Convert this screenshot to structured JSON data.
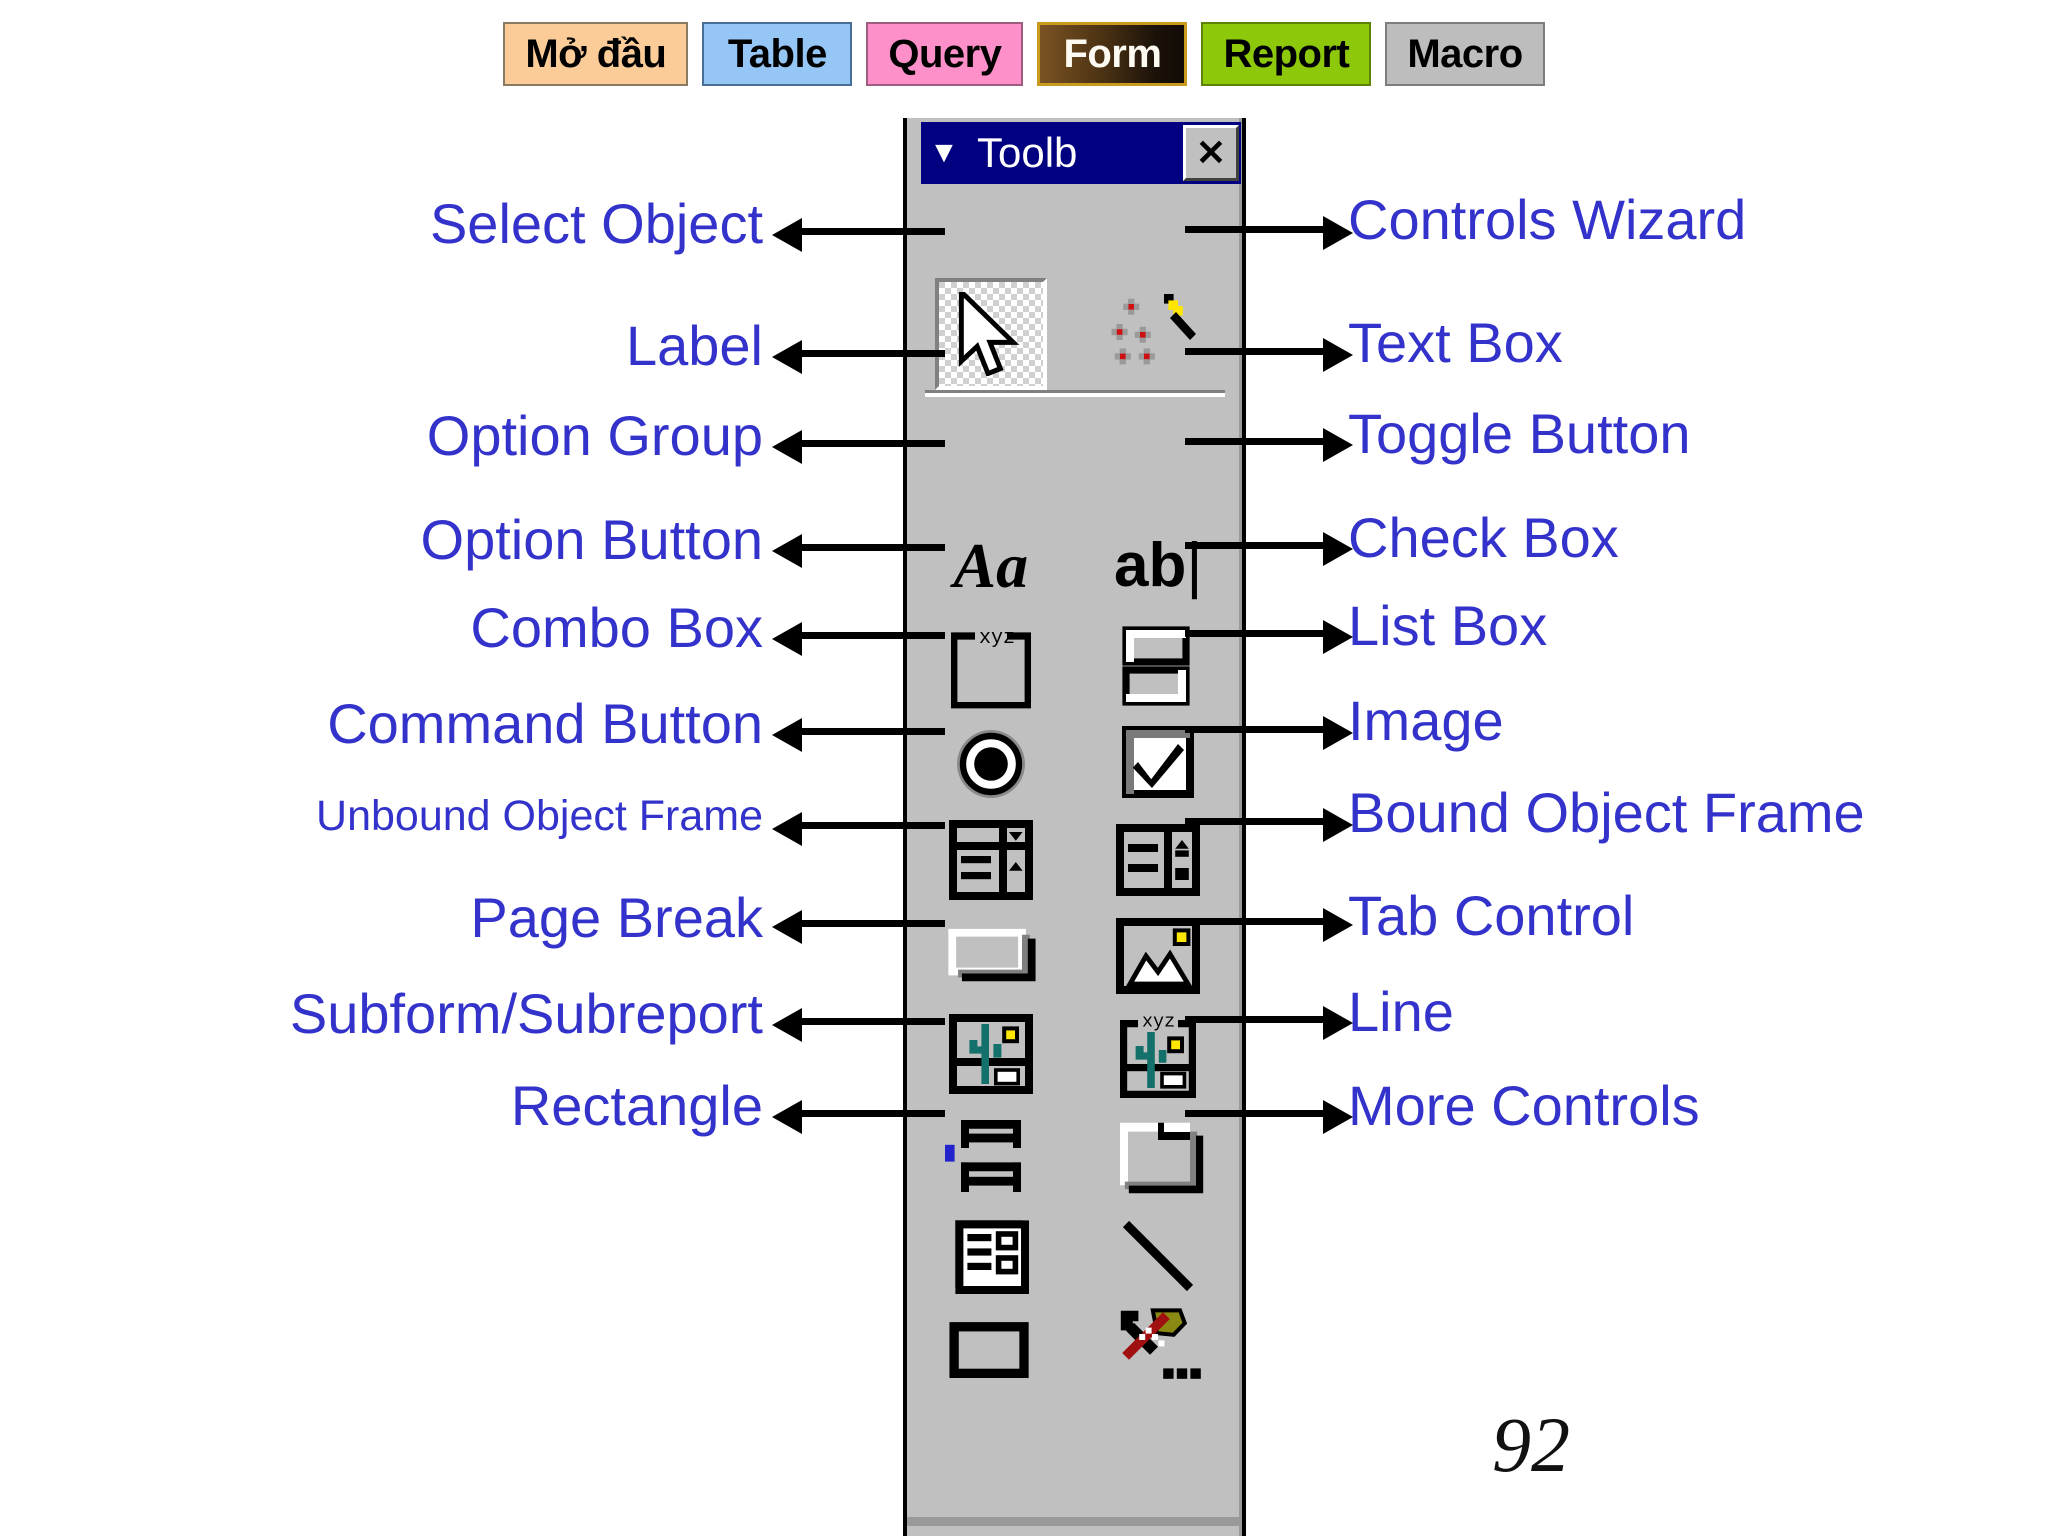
{
  "tabs": [
    {
      "label": "Mở đầu",
      "name": "tab-mo-dau",
      "cls": "tab-modau"
    },
    {
      "label": "Table",
      "name": "tab-table",
      "cls": "tab-table"
    },
    {
      "label": "Query",
      "name": "tab-query",
      "cls": "tab-query"
    },
    {
      "label": "Form",
      "name": "tab-form",
      "cls": "tab-form",
      "active": true
    },
    {
      "label": "Report",
      "name": "tab-report",
      "cls": "tab-report"
    },
    {
      "label": "Macro",
      "name": "tab-macro",
      "cls": "tab-macro"
    }
  ],
  "toolbox": {
    "title": "Toolb",
    "dropdown_glyph": "▼",
    "close_glyph": "✕",
    "rows": [
      {
        "left": {
          "label": "Select Object",
          "icon": "arrow-cursor-icon"
        },
        "right": {
          "label": "Controls Wizard",
          "icon": "magic-wand-icon"
        }
      },
      {
        "left": {
          "label": "Label",
          "icon": "label-aa-icon"
        },
        "right": {
          "label": "Text Box",
          "icon": "textbox-ab-icon"
        }
      },
      {
        "left": {
          "label": "Option Group",
          "icon": "option-group-xyz-icon"
        },
        "right": {
          "label": "Toggle Button",
          "icon": "toggle-button-icon"
        }
      },
      {
        "left": {
          "label": "Option Button",
          "icon": "radio-button-icon"
        },
        "right": {
          "label": "Check Box",
          "icon": "check-box-icon"
        }
      },
      {
        "left": {
          "label": "Combo Box",
          "icon": "combo-box-icon"
        },
        "right": {
          "label": "List Box",
          "icon": "list-box-icon"
        }
      },
      {
        "left": {
          "label": "Command Button",
          "icon": "command-button-icon"
        },
        "right": {
          "label": "Image",
          "icon": "image-picture-icon"
        }
      },
      {
        "left": {
          "label": "Unbound Object Frame",
          "icon": "unbound-object-frame-icon",
          "small": true
        },
        "right": {
          "label": "Bound Object Frame",
          "icon": "bound-object-frame-icon"
        }
      },
      {
        "left": {
          "label": "Page Break",
          "icon": "page-break-icon"
        },
        "right": {
          "label": "Tab Control",
          "icon": "tab-control-icon"
        }
      },
      {
        "left": {
          "label": "Subform/Subreport",
          "icon": "subform-subreport-icon"
        },
        "right": {
          "label": "Line",
          "icon": "line-icon"
        }
      },
      {
        "left": {
          "label": "Rectangle",
          "icon": "rectangle-icon"
        },
        "right": {
          "label": "More Controls",
          "icon": "more-controls-hammer-icon"
        }
      }
    ]
  },
  "page_number": "92",
  "colors": {
    "callout_text": "#3333CC",
    "toolbox_face": "#C0C0C0",
    "titlebar": "#000080",
    "tab_form_border": "#C89B1E"
  }
}
